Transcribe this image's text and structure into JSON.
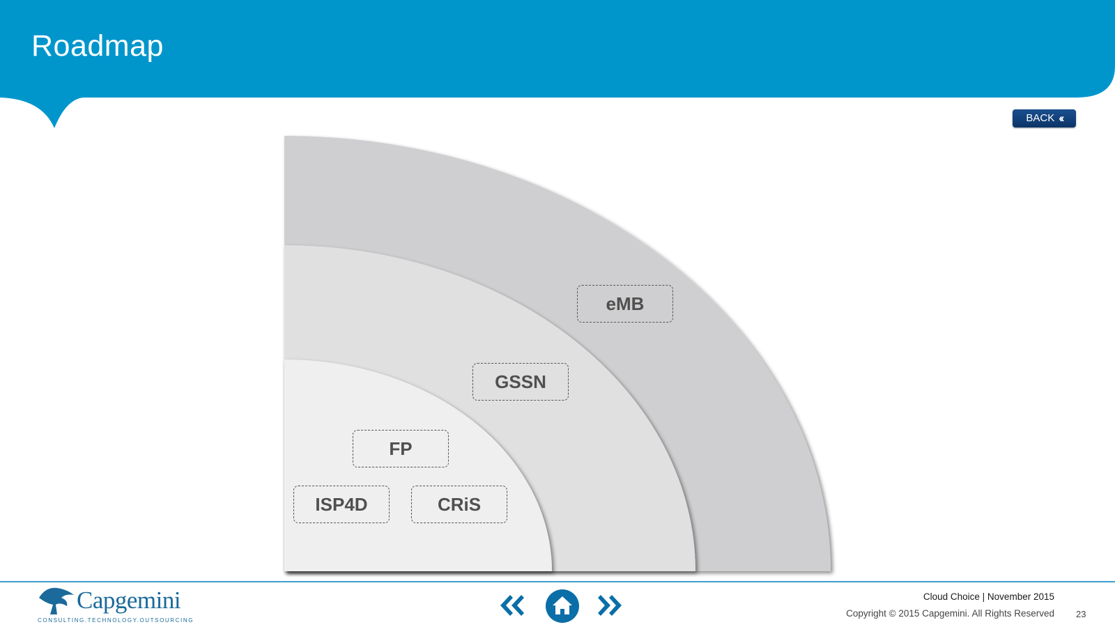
{
  "header": {
    "title": "Roadmap",
    "color": "#0096cc"
  },
  "back_button": {
    "label": "BACK",
    "icon": "double-chevron-left-icon"
  },
  "diagram": {
    "rings": [
      "outer-ring",
      "middle-ring",
      "inner-ring"
    ],
    "ring_colors": [
      "#cfcfd1",
      "#e0e0e0",
      "#efefef"
    ],
    "items": [
      {
        "label": "eMB"
      },
      {
        "label": "GSSN"
      },
      {
        "label": "FP"
      },
      {
        "label": "ISP4D"
      },
      {
        "label": "CRiS"
      }
    ]
  },
  "footer": {
    "logo_text": "Capgemini",
    "logo_tagline": "CONSULTING.TECHNOLOGY.OUTSOURCING",
    "nav": {
      "prev_icon": "double-chevron-left-icon",
      "home_icon": "home-icon",
      "next_icon": "double-chevron-right-icon"
    },
    "doc_info": "Cloud Choice | November 2015",
    "copyright": "Copyright © 2015 Capgemini.  All Rights Reserved",
    "page_number": "23",
    "accent_color": "#1b6a9b"
  }
}
